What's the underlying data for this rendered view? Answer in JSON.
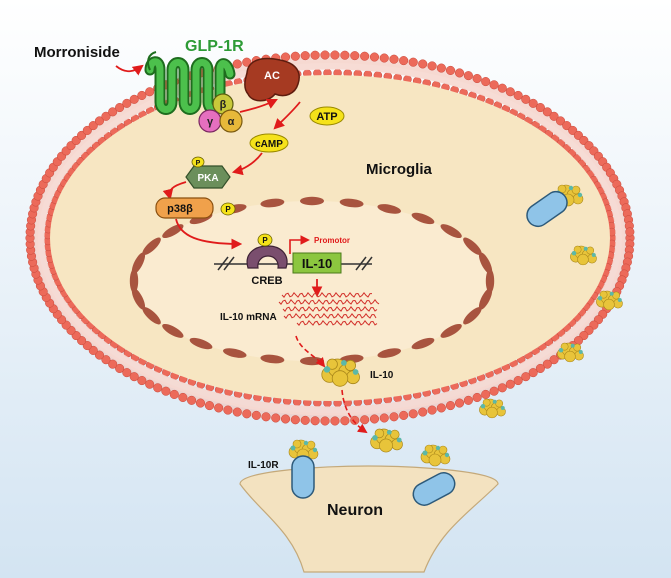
{
  "labels": {
    "morroniside": "Morroniside",
    "glp1r": "GLP-1R",
    "ac": "AC",
    "atp": "ATP",
    "camp": "cAMP",
    "beta": "β",
    "gamma": "γ",
    "alpha": "α",
    "pka": "PKA",
    "p38b": "p38β",
    "p": "P",
    "microglia": "Microglia",
    "promotor": "Promotor",
    "creb": "CREB",
    "il10_gene": "IL-10",
    "il10_mrna": "IL-10 mRNA",
    "il10": "IL-10",
    "il10r": "IL-10R",
    "neuron": "Neuron"
  },
  "colors": {
    "background_top": "#ffffff",
    "background_bottom": "#d6e6f3",
    "membrane_head": "#ec6a5a",
    "cytoplasm": "#f7e6c2",
    "nucleus": "#faebd0",
    "nuclear_envelope": "#a8543f",
    "receptor_green": "#3cad3c",
    "ac_red": "#a63a22",
    "atp_yellow": "#f5e21a",
    "pka_green": "#6b8f5b",
    "p38_orange": "#f0a14b",
    "creb_purple": "#7a4e6e",
    "gene_green": "#8cc63f",
    "arrow_red": "#e01b1b",
    "il10r_blue": "#8fc4e8",
    "protein_yellow": "#e8c43a",
    "neuron_beige": "#f3e2c0",
    "label_green": "#2e9b36"
  }
}
